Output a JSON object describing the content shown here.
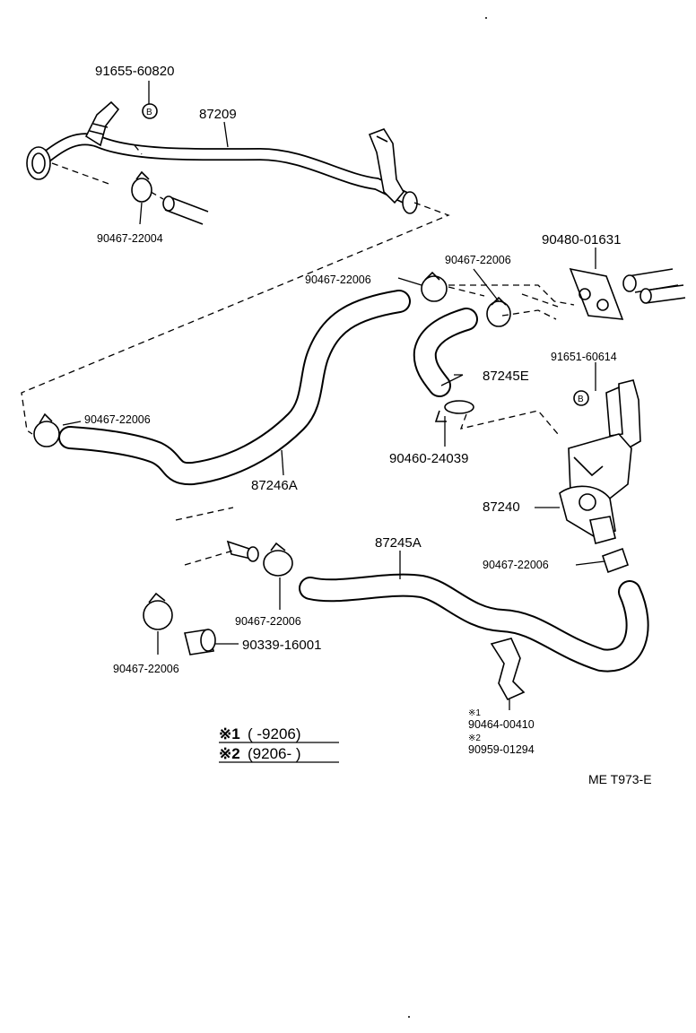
{
  "labels": {
    "pipe_87209": "87209",
    "bolt_91655": "91655-60820",
    "bolt_marker": "B",
    "clamp_90467_22004": "90467-22004",
    "hose_87246A": "87246A",
    "clamp_left_upper": "90467-22006",
    "clamp_top_middle": "90467-22006",
    "clamp_top_right": "90467-22006",
    "gasket_90480": "90480-01631",
    "hose_87245E": "87245E",
    "clip_90460": "90460-24039",
    "bolt_91651": "91651-60614",
    "bolt_marker_2": "B",
    "valve_87240": "87240",
    "clamp_right_lower": "90467-22006",
    "hose_87245A": "87245A",
    "clamp_lower_middle": "90467-22006",
    "plug_90339": "90339-16001",
    "clamp_lower_left": "90467-22006",
    "mark_1": "※1",
    "clip_90464": "90464-00410",
    "mark_2": "※2",
    "clip_90959": "90959-01294"
  },
  "notes": {
    "note1_mark": "※1",
    "note1_text": "(        -9206)",
    "note2_mark": "※2",
    "note2_text": "(9206-        )"
  },
  "footer": {
    "code": "ME T973-E"
  }
}
